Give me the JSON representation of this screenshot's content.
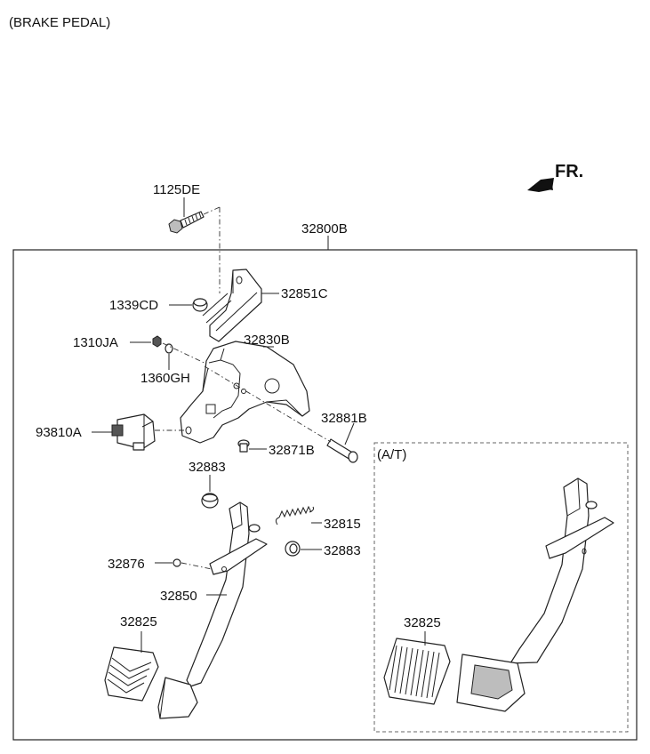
{
  "title": "(BRAKE PEDAL)",
  "direction_label": "FR.",
  "assembly_label": "32800B",
  "inset_label": "(A/T)",
  "parts": {
    "bolt": "1125DE",
    "bracket_upper": "32851C",
    "bushing_upper": "1339CD",
    "nut": "1310JA",
    "washer": "1360GH",
    "bracket_main": "32830B",
    "stop_lamp_switch": "93810A",
    "pivot_pin": "32881B",
    "stopper": "32871B",
    "bushing_left": "32883",
    "return_spring": "32815",
    "bushing_right": "32883",
    "clip": "32876",
    "pedal_arm": "32850",
    "pedal_pad": "32825",
    "pedal_pad_at": "32825"
  },
  "colors": {
    "line": "#222222",
    "background": "#ffffff",
    "inset_border": "#666666"
  },
  "icons": {
    "direction": "arrow-forward-icon"
  }
}
